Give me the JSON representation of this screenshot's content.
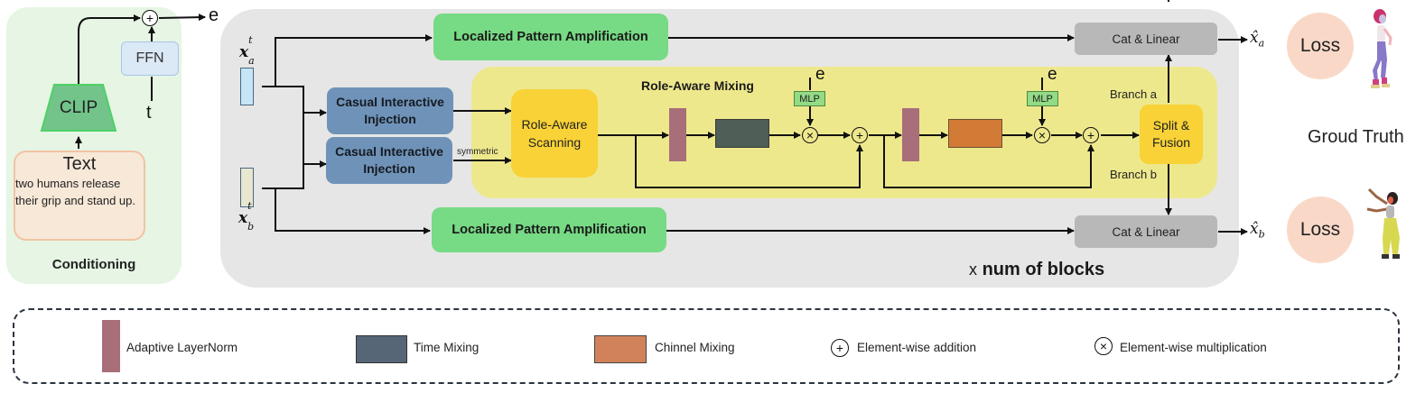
{
  "conditioning": {
    "title": "Conditioning",
    "text_box_title": "Text",
    "prompt": "two humans release their grip and stand up.",
    "clip_label": "CLIP",
    "ffn_label": "FFN",
    "time_input": "t",
    "output_label": "e"
  },
  "main_block": {
    "input_a": {
      "base": "x",
      "sup": "t",
      "sub": "a"
    },
    "input_b": {
      "base": "x",
      "sup": "t",
      "sub": "b"
    },
    "lpa_top": "Localized Pattern Amplification",
    "lpa_bottom": "Localized Pattern Amplification",
    "cii_top": "Casual Interactive Injection",
    "cii_bottom": "Casual Interactive Injection",
    "symmetric_label": "symmetric",
    "repeat_label_prefix": "x",
    "repeat_label": "num of blocks",
    "cat_linear_top": "Cat & Linear",
    "cat_linear_bottom": "Cat & Linear"
  },
  "role_aware_mixing": {
    "title": "Role-Aware Mixing",
    "scanning": "Role-Aware Scanning",
    "mlp_1": "MLP",
    "mlp_2": "MLP",
    "cond_1": "e",
    "cond_2": "e",
    "split_fusion": "Split & Fusion",
    "branch_a": "Branch a",
    "branch_b": "Branch b",
    "mul_symbol": "×",
    "add_symbol": "+"
  },
  "outputs": {
    "out_a": {
      "base": "x̂",
      "sub": "a"
    },
    "out_b": {
      "base": "x̂",
      "sub": "b"
    },
    "loss_a": "Loss",
    "loss_b": "Loss",
    "ground_truth": "Groud Truth"
  },
  "legend": {
    "items": [
      {
        "label": "Adaptive LayerNorm",
        "color": "#a86e79"
      },
      {
        "label": "Time Mixing",
        "color": "#566677"
      },
      {
        "label": "Chinnel Mixing",
        "color": "#d2825a"
      },
      {
        "label": "Element-wise addition",
        "symbol": "+"
      },
      {
        "label": "Element-wise multiplication",
        "symbol": "×"
      }
    ]
  },
  "colors": {
    "conditioning_bg": "#e6f5e4",
    "main_bg": "#e6e6e6",
    "mixing_bg": "#eee88d",
    "lpa": "#77da84",
    "cii": "#6f93b8",
    "scanning": "#f8d237",
    "cat_linear": "#b8b8b8",
    "loss": "#fad8c8"
  }
}
